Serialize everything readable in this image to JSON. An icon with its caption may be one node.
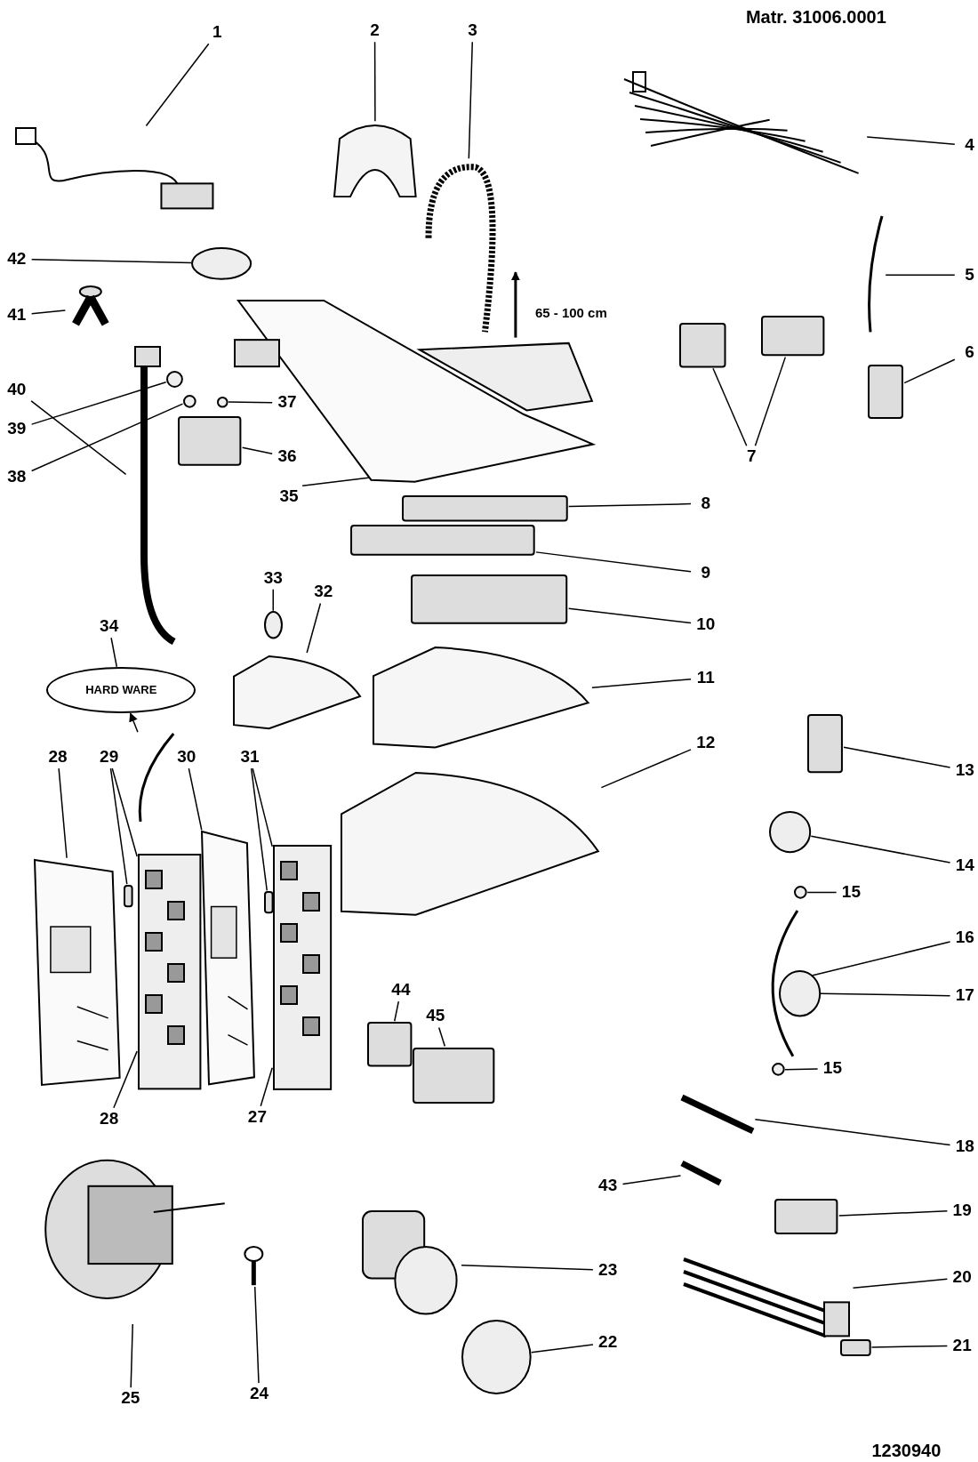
{
  "diagram": {
    "nodes": [
      {
        "text": [
          "1"
        ]
      },
      {
        "text": [],
        "shape": "picture"
      },
      {
        "text": [
          "2"
        ]
      },
      {
        "text": [],
        "shape": "picture"
      },
      {
        "text": [
          "3"
        ]
      },
      {
        "text": [],
        "shape": "picture"
      },
      {
        "text": [
          "4"
        ]
      },
      {
        "text": [],
        "shape": "picture"
      },
      {
        "text": [
          "5"
        ]
      },
      {
        "text": [],
        "shape": "picture"
      },
      {
        "text": [
          "6"
        ]
      },
      {
        "text": [],
        "shape": "box"
      },
      {
        "text": [
          "7"
        ]
      },
      {
        "text": [],
        "shape": "box"
      },
      {
        "text": [],
        "shape": "box"
      },
      {
        "text": [
          "8"
        ]
      },
      {
        "text": [],
        "shape": "box"
      },
      {
        "text": [
          "9"
        ]
      },
      {
        "text": [],
        "shape": "box"
      },
      {
        "text": [
          "10"
        ]
      },
      {
        "text": [],
        "shape": "box"
      },
      {
        "text": [
          "11"
        ]
      },
      {
        "text": [],
        "shape": "picture"
      },
      {
        "text": [
          "12"
        ]
      },
      {
        "text": [],
        "shape": "picture"
      },
      {
        "text": [
          "13"
        ]
      },
      {
        "text": [],
        "shape": "box"
      },
      {
        "text": [
          "14"
        ]
      },
      {
        "text": [],
        "shape": "circle"
      },
      {
        "text": [
          "15"
        ]
      },
      {
        "text": [],
        "shape": "circle"
      },
      {
        "text": [
          "16"
        ]
      },
      {
        "text": [],
        "shape": "picture"
      },
      {
        "text": [
          "17"
        ]
      },
      {
        "text": [],
        "shape": "circle"
      },
      {
        "text": [
          "15"
        ]
      },
      {
        "text": [],
        "shape": "circle"
      },
      {
        "text": [
          "18"
        ]
      },
      {
        "text": [],
        "shape": "picture"
      },
      {
        "text": [
          "43"
        ]
      },
      {
        "text": [],
        "shape": "picture"
      },
      {
        "text": [
          "19"
        ]
      },
      {
        "text": [],
        "shape": "box"
      },
      {
        "text": [
          "20"
        ]
      },
      {
        "text": [],
        "shape": "picture"
      },
      {
        "text": [
          "21"
        ]
      },
      {
        "text": [],
        "shape": "box"
      },
      {
        "text": [
          "22"
        ]
      },
      {
        "text": [],
        "shape": "circle"
      },
      {
        "text": [
          "23"
        ]
      },
      {
        "text": [],
        "shape": "picture"
      },
      {
        "text": [
          "24"
        ]
      },
      {
        "text": [],
        "shape": "picture"
      },
      {
        "text": [
          "25"
        ]
      },
      {
        "text": [],
        "shape": "picture"
      },
      {
        "text": [
          "28"
        ]
      },
      {
        "text": [],
        "shape": "picture"
      },
      {
        "text": [
          "29"
        ]
      },
      {
        "text": [],
        "shape": "box"
      },
      {
        "text": [],
        "shape": "picture"
      },
      {
        "text": [
          "28"
        ]
      },
      {
        "text": [
          "30"
        ]
      },
      {
        "text": [],
        "shape": "picture"
      },
      {
        "text": [
          "31"
        ]
      },
      {
        "text": [],
        "shape": "box"
      },
      {
        "text": [],
        "shape": "picture"
      },
      {
        "text": [
          "27"
        ]
      },
      {
        "text": [
          "32"
        ]
      },
      {
        "text": [],
        "shape": "picture"
      },
      {
        "text": [
          "33"
        ]
      },
      {
        "text": [],
        "shape": "circle"
      },
      {
        "text": [
          "34"
        ]
      },
      {
        "text": [
          "HARD WARE"
        ]
      },
      {
        "text": [],
        "shape": "picture"
      },
      {
        "text": [
          "35"
        ]
      },
      {
        "text": [],
        "shape": "picture"
      },
      {
        "text": [
          "36"
        ]
      },
      {
        "text": [],
        "shape": "box"
      },
      {
        "text": [
          "37"
        ]
      },
      {
        "text": [],
        "shape": "circle"
      },
      {
        "text": [
          "38"
        ]
      },
      {
        "text": [],
        "shape": "circle"
      },
      {
        "text": [
          "39"
        ]
      },
      {
        "text": [],
        "shape": "circle"
      },
      {
        "text": [
          "40"
        ]
      },
      {
        "text": [],
        "shape": "picture"
      },
      {
        "text": [
          "41"
        ]
      },
      {
        "text": [],
        "shape": "picture"
      },
      {
        "text": [
          "42"
        ]
      },
      {
        "text": [],
        "shape": "circle"
      },
      {
        "text": [
          "44"
        ]
      },
      {
        "text": [],
        "shape": "box"
      },
      {
        "text": [
          "45"
        ]
      },
      {
        "text": [],
        "shape": "box"
      }
    ],
    "edges": [
      {
        "from": 0,
        "to": 1,
        "arrow": "none"
      },
      {
        "from": 2,
        "to": 3,
        "arrow": "none"
      },
      {
        "from": 4,
        "to": 5,
        "arrow": "none"
      },
      {
        "from": 6,
        "to": 7,
        "arrow": "none"
      },
      {
        "from": 8,
        "to": 9,
        "arrow": "none"
      },
      {
        "from": 10,
        "to": 11,
        "arrow": "none"
      },
      {
        "from": 12,
        "to": 13,
        "arrow": "none"
      },
      {
        "from": 12,
        "to": 14,
        "arrow": "none"
      },
      {
        "from": 15,
        "to": 16,
        "arrow": "none"
      },
      {
        "from": 17,
        "to": 18,
        "arrow": "none"
      },
      {
        "from": 19,
        "to": 20,
        "arrow": "none"
      },
      {
        "from": 21,
        "to": 22,
        "arrow": "none"
      },
      {
        "from": 23,
        "to": 24,
        "arrow": "none"
      },
      {
        "from": 25,
        "to": 26,
        "arrow": "none"
      },
      {
        "from": 27,
        "to": 28,
        "arrow": "none"
      },
      {
        "from": 29,
        "to": 30,
        "arrow": "none"
      },
      {
        "from": 31,
        "to": 32,
        "arrow": "none"
      },
      {
        "from": 33,
        "to": 34,
        "arrow": "none"
      },
      {
        "from": 35,
        "to": 36,
        "arrow": "none"
      },
      {
        "from": 37,
        "to": 38,
        "arrow": "none"
      },
      {
        "from": 39,
        "to": 40,
        "arrow": "none"
      },
      {
        "from": 41,
        "to": 42,
        "arrow": "none"
      },
      {
        "from": 43,
        "to": 44,
        "arrow": "none"
      },
      {
        "from": 45,
        "to": 46,
        "arrow": "none"
      },
      {
        "from": 47,
        "to": 48,
        "arrow": "none"
      },
      {
        "from": 49,
        "to": 50,
        "arrow": "none"
      },
      {
        "from": 51,
        "to": 52,
        "arrow": "none"
      },
      {
        "from": 53,
        "to": 54,
        "arrow": "none"
      },
      {
        "from": 55,
        "to": 56,
        "arrow": "none"
      },
      {
        "from": 57,
        "to": 58,
        "arrow": "none"
      },
      {
        "from": 57,
        "to": 59,
        "arrow": "none"
      },
      {
        "from": 60,
        "to": 59,
        "arrow": "none"
      },
      {
        "from": 61,
        "to": 62,
        "arrow": "none"
      },
      {
        "from": 63,
        "to": 64,
        "arrow": "none"
      },
      {
        "from": 63,
        "to": 65,
        "arrow": "none"
      },
      {
        "from": 66,
        "to": 65,
        "arrow": "none"
      },
      {
        "from": 67,
        "to": 68,
        "arrow": "none"
      },
      {
        "from": 69,
        "to": 70,
        "arrow": "none"
      },
      {
        "from": 71,
        "to": 72,
        "arrow": "none"
      },
      {
        "from": 73,
        "to": 72,
        "arrow": "to"
      },
      {
        "from": 74,
        "to": 75,
        "arrow": "none"
      },
      {
        "from": 76,
        "to": 77,
        "arrow": "none"
      },
      {
        "from": 78,
        "to": 79,
        "arrow": "none"
      },
      {
        "from": 80,
        "to": 81,
        "arrow": "none"
      },
      {
        "from": 82,
        "to": 83,
        "arrow": "none"
      },
      {
        "from": 84,
        "to": 85,
        "arrow": "none"
      },
      {
        "from": 86,
        "to": 87,
        "arrow": "none"
      },
      {
        "from": 88,
        "to": 89,
        "arrow": "none"
      },
      {
        "from": 90,
        "to": 91,
        "arrow": "none"
      },
      {
        "from": 92,
        "to": 93,
        "arrow": "none"
      }
    ],
    "labels": [
      "Matr. 31006.0001",
      "65 - 100 cm",
      "1230940"
    ]
  }
}
